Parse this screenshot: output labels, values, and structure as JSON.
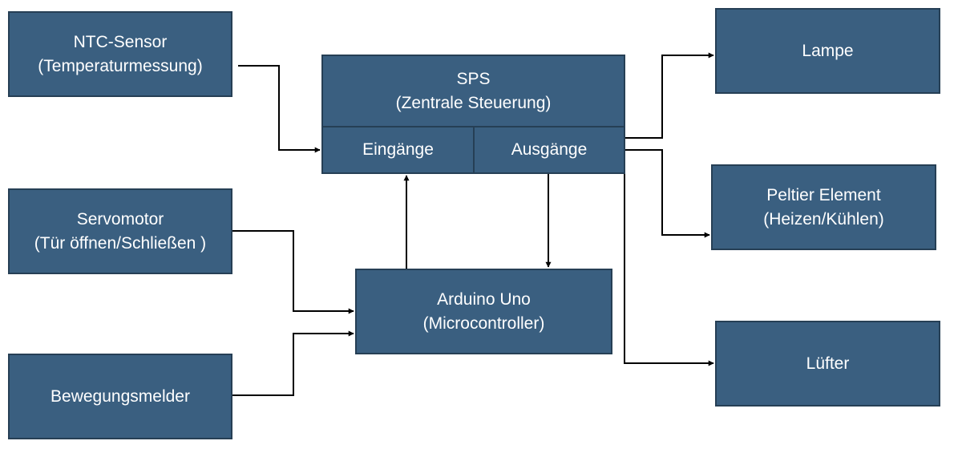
{
  "blocks": {
    "ntc": {
      "line1": "NTC-Sensor",
      "line2": "(Temperaturmessung)"
    },
    "servo": {
      "line1": "Servomotor",
      "line2": "(Tür öffnen/Schließen )"
    },
    "bewegung": {
      "line1": "Bewegungsmelder"
    },
    "sps": {
      "line1": "SPS",
      "line2": "(Zentrale Steuerung)",
      "inputs": "Eingänge",
      "outputs": "Ausgänge"
    },
    "arduino": {
      "line1": "Arduino Uno",
      "line2": "(Microcontroller)"
    },
    "lampe": {
      "line1": "Lampe"
    },
    "peltier": {
      "line1": "Peltier Element",
      "line2": "(Heizen/Kühlen)"
    },
    "luefter": {
      "line1": "Lüfter"
    }
  },
  "colors": {
    "block_fill": "#3a5f80",
    "block_border": "#263f55",
    "text": "#ffffff",
    "wire": "#000000"
  }
}
